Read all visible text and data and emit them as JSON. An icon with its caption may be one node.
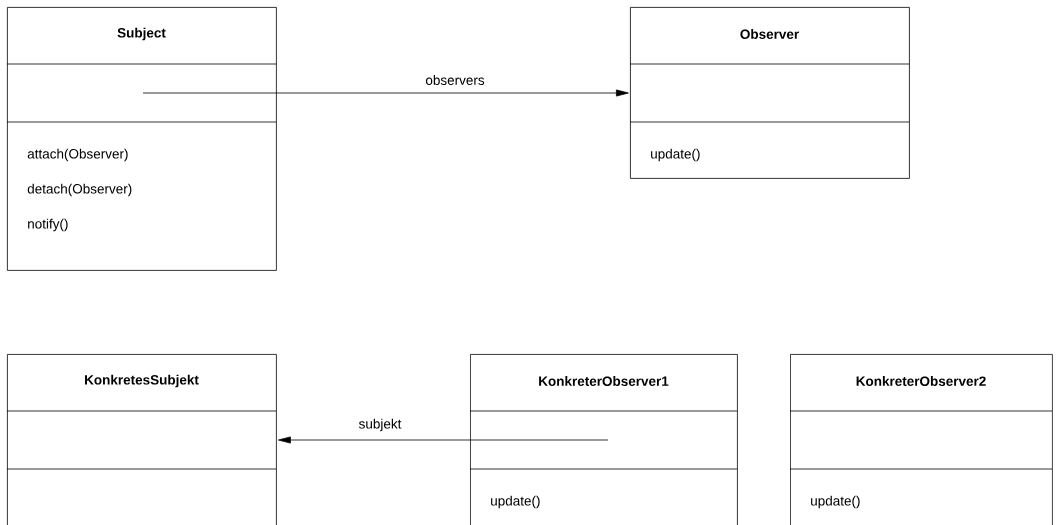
{
  "diagram": {
    "nodes": [
      {
        "text": [
          "Subject",
          "attach(Observer)",
          "detach(Observer)",
          "notify()"
        ]
      },
      {
        "text": [
          "Observer",
          "update()"
        ]
      },
      {
        "text": [
          "KonkretesSubjekt"
        ]
      },
      {
        "text": [
          "KonkreterObserver1",
          "update()"
        ]
      },
      {
        "text": [
          "KonkreterObserver2",
          "update()"
        ]
      }
    ],
    "edges": [
      {
        "from": 0,
        "to": 1,
        "arrow": "to",
        "label": "observers"
      },
      {
        "from": 3,
        "to": 2,
        "arrow": "to",
        "label": "subjekt"
      }
    ]
  }
}
